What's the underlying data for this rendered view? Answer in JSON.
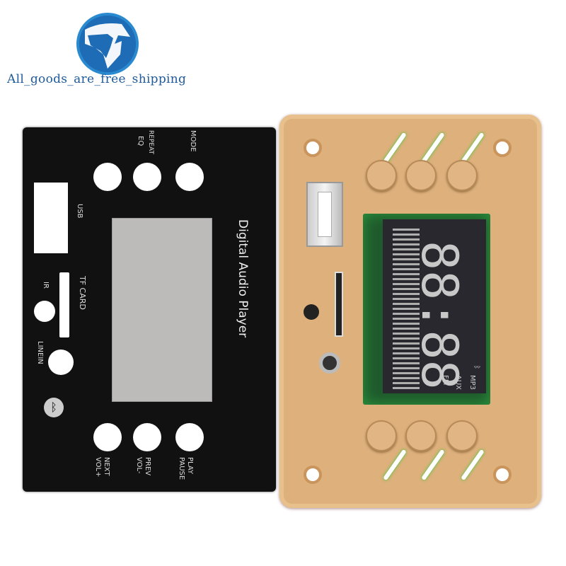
{
  "logo": {
    "text": "All_goods_are_free_shipping"
  },
  "panel": {
    "top_buttons": [
      "EQ",
      "REPEAT",
      "MODE"
    ],
    "bottom_buttons": [
      [
        "NEXT",
        "VOL+"
      ],
      [
        "PREV",
        "VOL-"
      ],
      [
        "PLAY",
        "PAUSE"
      ]
    ],
    "usb_label": "USB",
    "tf_label": "TF CARD",
    "ir_label": "IR",
    "linein_label": "LINEIN",
    "title": "Digital Audio Player",
    "bluetooth_icon": "bluetooth-icon"
  },
  "pcb": {
    "display": {
      "digits": "88:88",
      "modes": [
        "MP3",
        "AUX",
        "FM"
      ],
      "bluetooth_icon": "bluetooth-icon"
    }
  },
  "colors": {
    "logo_blue": "#1e6cb5",
    "panel": "#111111",
    "pcb": "#ddb07c",
    "lcd_board": "#1f5a2c"
  }
}
